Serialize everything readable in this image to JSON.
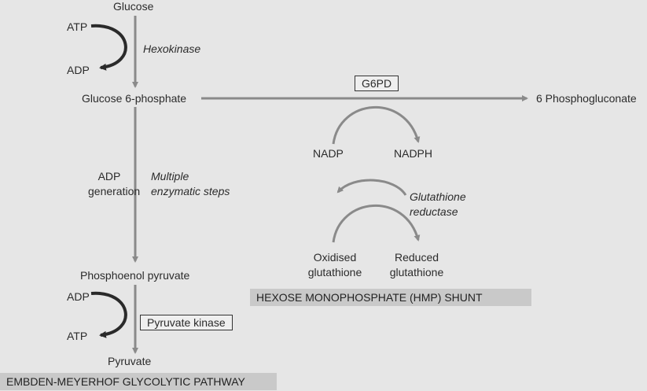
{
  "glycolysis": {
    "glucose": "Glucose",
    "atp_top": "ATP",
    "adp_top": "ADP",
    "hexokinase": "Hexokinase",
    "g6p": "Glucose 6-phosphate",
    "adp_generation": "ADP\ngeneration",
    "multiple_steps": "Multiple\nenzymatic steps",
    "pep": "Phosphoenol pyruvate",
    "adp_bottom": "ADP",
    "atp_bottom": "ATP",
    "pyruvate_kinase": "Pyruvate kinase",
    "pyruvate": "Pyruvate",
    "band": "EMBDEN-MEYERHOF GLYCOLYTIC PATHWAY"
  },
  "hmp": {
    "g6pd": "G6PD",
    "phosphogluconate": "6 Phosphogluconate",
    "nadp": "NADP",
    "nadph": "NADPH",
    "glutathione_reductase": "Glutathione\nreductase",
    "oxidised": "Oxidised\nglutathione",
    "reduced": "Reduced\nglutathione",
    "band": "HEXOSE MONOPHOSPHATE (HMP) SHUNT"
  },
  "colors": {
    "arrow": "#8a8a8a",
    "curve": "#2a2a2a",
    "text": "#2b2b2b",
    "band": "#c9c9c9"
  }
}
